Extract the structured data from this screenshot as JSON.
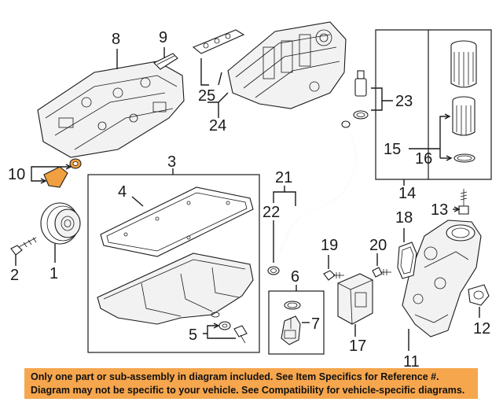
{
  "callouts": [
    "1",
    "2",
    "3",
    "4",
    "5",
    "6",
    "7",
    "8",
    "9",
    "10",
    "11",
    "12",
    "13",
    "14",
    "15",
    "16",
    "17",
    "18",
    "19",
    "20",
    "21",
    "22",
    "23",
    "24",
    "25"
  ],
  "notice": {
    "line1": "Only one part or sub-assembly in diagram included. See Item Specifics for Reference #.",
    "line2": "Diagram may not be specific to your vehicle. See Compatibility for vehicle-specific diagrams."
  },
  "colors": {
    "notice_background": "#f6a64d",
    "accent_orange": "#f0a040",
    "line": "#1a1a1a"
  }
}
